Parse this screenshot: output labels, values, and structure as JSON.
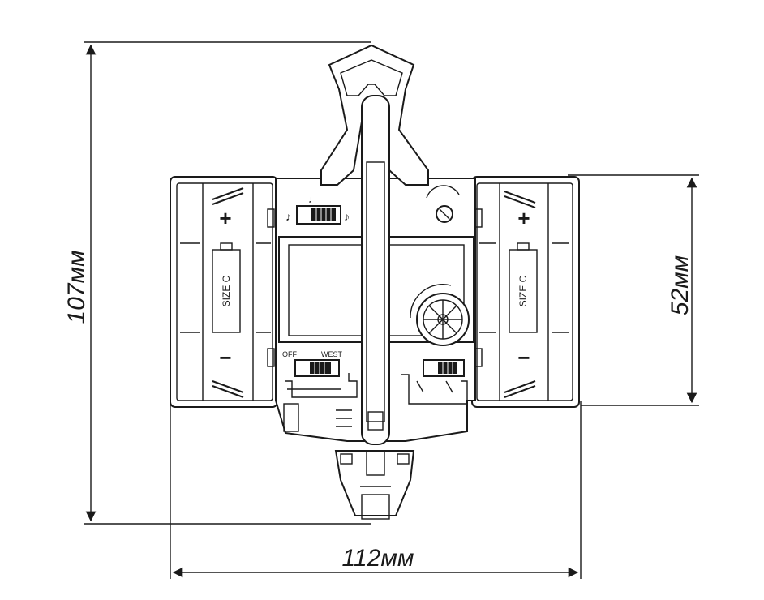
{
  "dimensions": {
    "height": "107мм",
    "depth": "52мм",
    "width": "112мм"
  },
  "device": {
    "battery_left": {
      "plus": "+",
      "minus": "−",
      "label": "SIZE C"
    },
    "battery_right": {
      "plus": "+",
      "minus": "−",
      "label": "SIZE C"
    },
    "switch_labels": {
      "off": "OFF",
      "west": "WEST"
    }
  }
}
